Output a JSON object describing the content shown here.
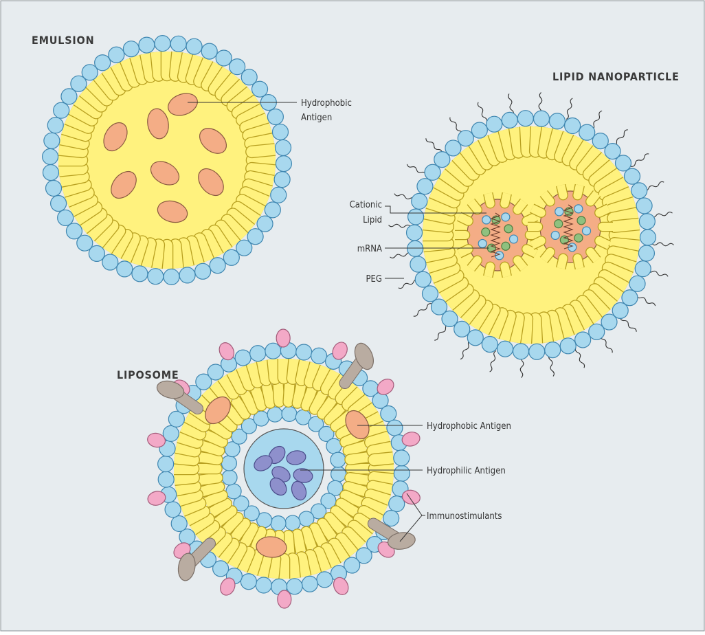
{
  "colors": {
    "background": "#e7ecef",
    "frame": "#8a9096",
    "head": "#a8d8ee",
    "head_stroke": "#3f86b0",
    "tail": "#fff27e",
    "tail_stroke": "#b8a020",
    "core": "#fff27e",
    "hydrophobic_antigen": "#f4ad86",
    "hydrophilic_antigen": "#8e90cc",
    "aqueous_core": "#a8d8ee",
    "immunostimulant_pink": "#f3a9c7",
    "immunostimulant_grey": "#b9aca1",
    "rna_complex": "#f4ad86",
    "cationic_head": "#8fc17f",
    "peg": "#333333"
  },
  "emulsion": {
    "title": "EMULSION",
    "labels": {
      "hydrophobic_antigen": [
        "Hydrophobic",
        "Antigen"
      ]
    }
  },
  "lipid_nanoparticle": {
    "title": "LIPID NANOPARTICLE",
    "labels": {
      "cationic_lipid": [
        "Cationic",
        "Lipid"
      ],
      "mrna": "mRNA",
      "peg": "PEG"
    }
  },
  "liposome": {
    "title": "LIPOSOME",
    "labels": {
      "hydrophobic_antigen": "Hydrophobic Antigen",
      "hydrophilic_antigen": "Hydrophilic Antigen",
      "immunostimulants": "Immunostimulants"
    }
  }
}
